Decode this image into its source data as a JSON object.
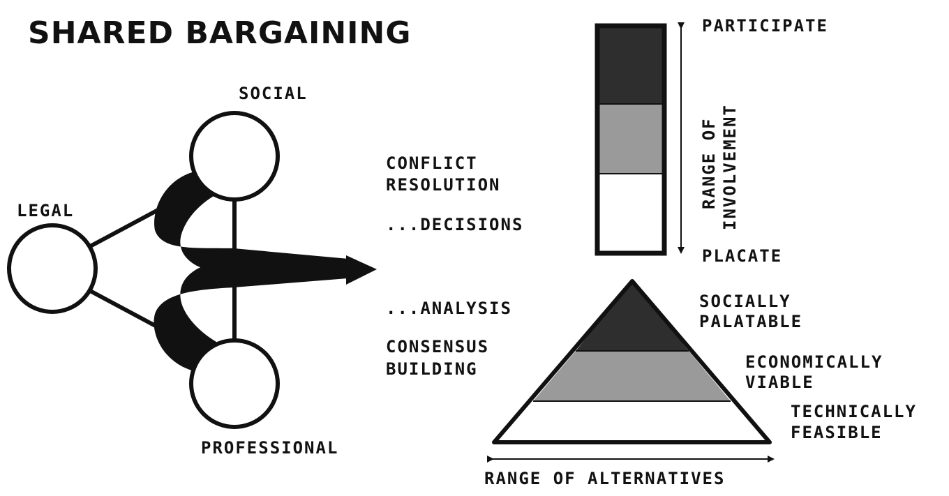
{
  "title": "SHARED BARGAINING",
  "nodes": {
    "social": "SOCIAL",
    "legal": "LEGAL",
    "professional": "PROFESSIONAL"
  },
  "process": {
    "conflict_line1": "CONFLICT",
    "conflict_line2": "RESOLUTION",
    "decisions": "...DECISIONS",
    "analysis": "...ANALYSIS",
    "consensus_line1": "CONSENSUS",
    "consensus_line2": "BUILDING"
  },
  "involvement": {
    "top": "PARTICIPATE",
    "bottom": "PLACATE",
    "axis_line1": "RANGE OF",
    "axis_line2": "INVOLVEMENT",
    "levels": [
      {
        "shade": "#2e2e2e"
      },
      {
        "shade": "#9a9a9a"
      },
      {
        "shade": "#ffffff"
      }
    ]
  },
  "alternatives": {
    "tiers": [
      {
        "line1": "SOCIALLY",
        "line2": "PALATABLE",
        "shade": "#2e2e2e"
      },
      {
        "line1": "ECONOMICALLY",
        "line2": "VIABLE",
        "shade": "#9a9a9a"
      },
      {
        "line1": "TECHNICALLY",
        "line2": "FEASIBLE",
        "shade": "#ffffff"
      }
    ],
    "axis_label": "RANGE OF ALTERNATIVES"
  }
}
